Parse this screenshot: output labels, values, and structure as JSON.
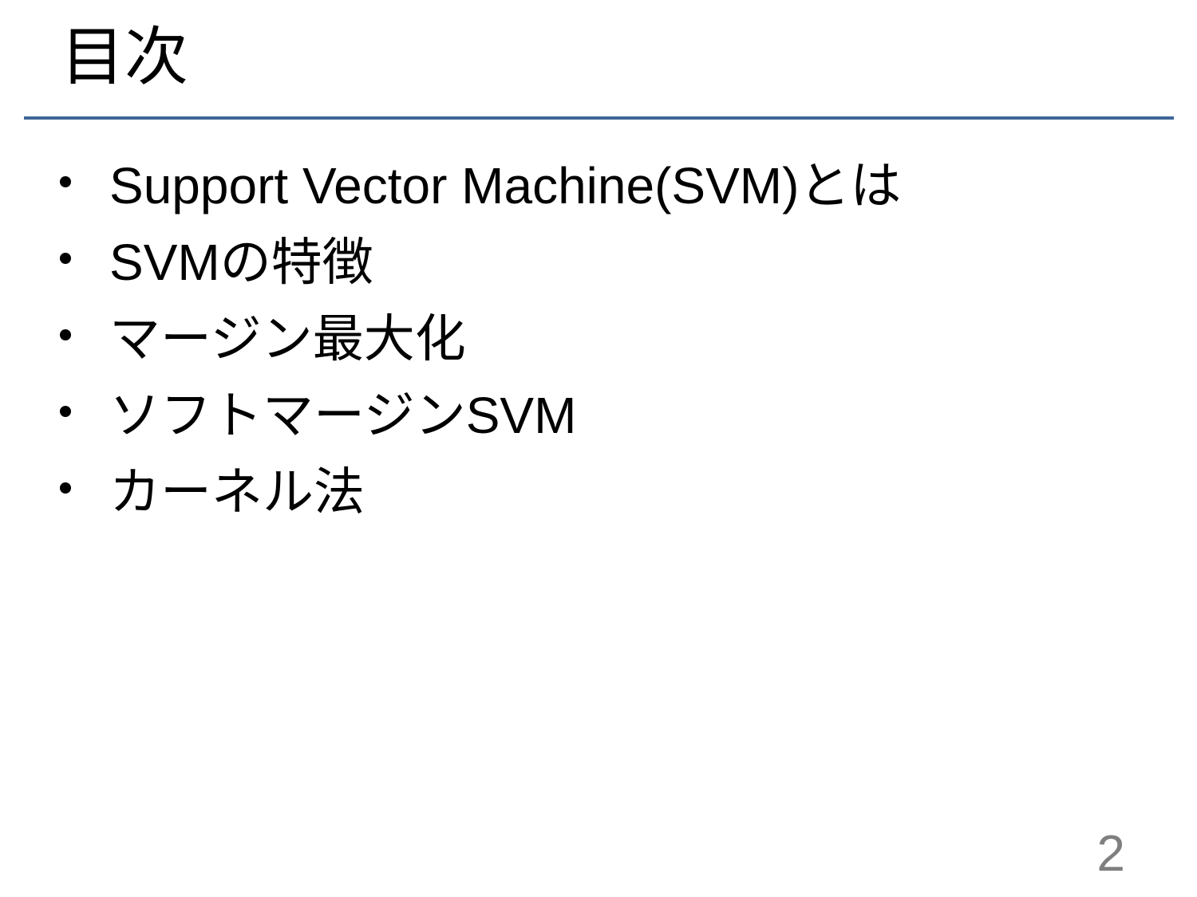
{
  "slide": {
    "title": "目次",
    "rule_color": "#3f6797",
    "bullets": [
      "Support Vector Machine(SVM)とは",
      "SVMの特徴",
      "マージン最大化",
      "ソフトマージンSVM",
      "カーネル法"
    ],
    "page_number": "2",
    "page_number_color": "#7f7f7f"
  }
}
